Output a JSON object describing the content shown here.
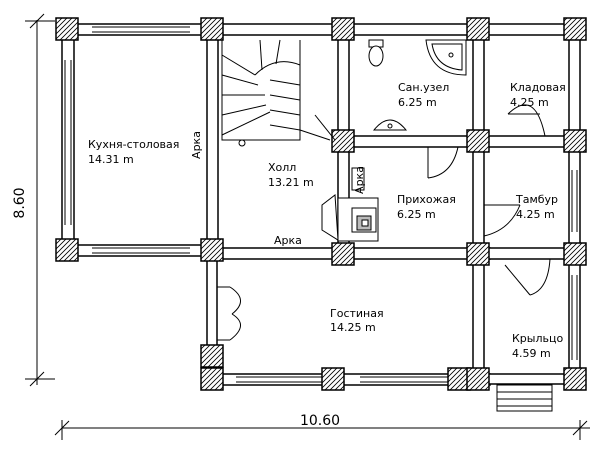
{
  "dimensions": {
    "height": "8.60",
    "width": "10.60"
  },
  "rooms": {
    "kitchen": {
      "name": "Кухня-столовая",
      "area": "14.31 m"
    },
    "hall": {
      "name": "Холл",
      "area": "13.21 m"
    },
    "bathroom": {
      "name": "Сан.узел",
      "area": "6.25 m"
    },
    "storage": {
      "name": "Кладовая",
      "area": "4.25 m"
    },
    "entry": {
      "name": "Прихожая",
      "area": "6.25 m"
    },
    "vestibule": {
      "name": "Тамбур",
      "area": "4.25 m"
    },
    "living": {
      "name": "Гостиная",
      "area": "14.25 m"
    },
    "porch": {
      "name": "Крыльцо",
      "area": "4.59 m"
    }
  },
  "arches": {
    "arch_kitchen": "Арка",
    "arch_entry": "Арка",
    "arch_hall_bottom": "Арка"
  }
}
